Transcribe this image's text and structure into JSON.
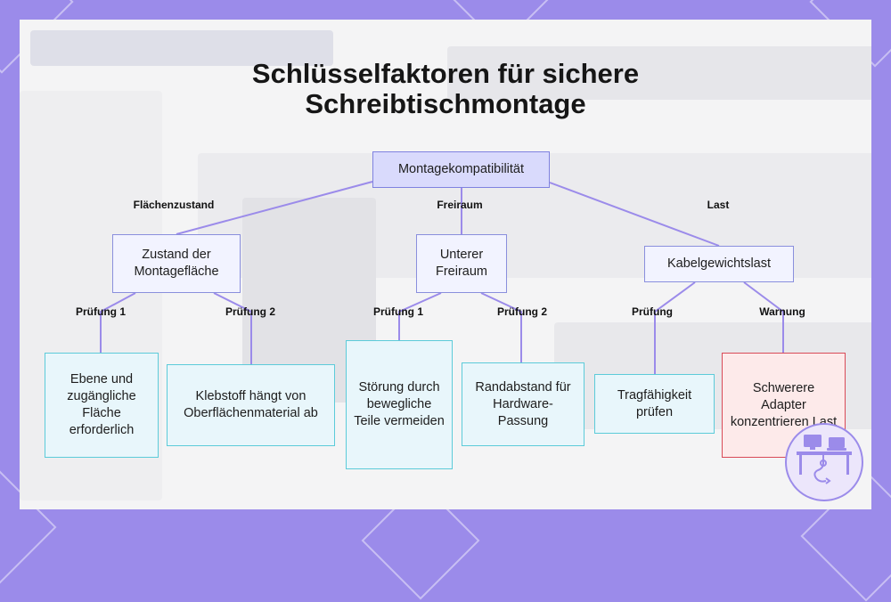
{
  "title": {
    "line1": "Schlüsselfaktoren für sichere",
    "line2": "Schreibtischmontage"
  },
  "root": {
    "label": "Montagekompatibilität"
  },
  "branches": [
    {
      "edge_label": "Flächenzustand",
      "node_label": "Zustand der Montagefläche",
      "children": [
        {
          "edge_label": "Prüfung 1",
          "label": "Ebene und zugängliche Fläche erforderlich"
        },
        {
          "edge_label": "Prüfung 2",
          "label": "Klebstoff hängt von Oberflächenmaterial ab"
        }
      ]
    },
    {
      "edge_label": "Freiraum",
      "node_label": "Unterer Freiraum",
      "children": [
        {
          "edge_label": "Prüfung 1",
          "label": "Störung durch bewegliche Teile vermeiden"
        },
        {
          "edge_label": "Prüfung 2",
          "label": "Randabstand für Hardware-Passung"
        }
      ]
    },
    {
      "edge_label": "Last",
      "node_label": "Kabelgewichtslast",
      "children": [
        {
          "edge_label": "Prüfung",
          "label": "Tragfähigkeit prüfen"
        },
        {
          "edge_label": "Warnung",
          "label": "Schwerere Adapter konzentrieren Last"
        }
      ]
    }
  ],
  "colors": {
    "frame": "#9b8bea",
    "connector": "#9b8bea",
    "root_fill": "#d9dafc",
    "leaf_border": "#5ccbd9",
    "warning_border": "#d94a57"
  },
  "logo": {
    "icon": "desk-setup-icon"
  }
}
